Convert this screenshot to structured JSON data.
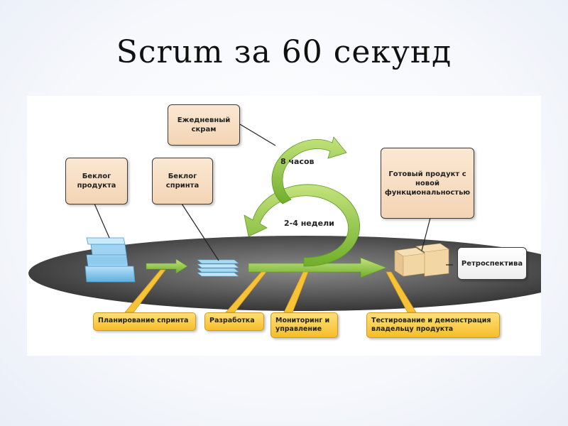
{
  "title": "Scrum за 60 секунд",
  "diagram": {
    "boxes": {
      "daily_scrum": "Ежедневный скрам",
      "product_backlog": "Беклог продукта",
      "sprint_backlog": "Беклог спринта",
      "finished_product": "Готовый продукт с новой функциональностью",
      "retrospective": "Ретроспектива"
    },
    "cycle_labels": {
      "daily": "8 часов",
      "sprint": "2-4 недели"
    },
    "stages": {
      "planning": "Планирование спринта",
      "development": "Разработка",
      "monitoring": "Мониторинг и управление",
      "testing": "Тестирование и демонстрация владельцу продукта"
    }
  },
  "colors": {
    "arrow_green": "#8cc63f",
    "box_fill": "#f6dcc0",
    "stage_yellow": "#f8c93a",
    "ellipse": "#555555",
    "blocks_blue": "#7ec3e8"
  }
}
